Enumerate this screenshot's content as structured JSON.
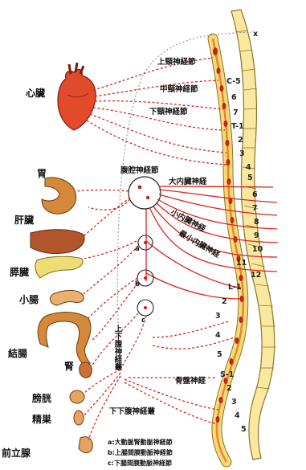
{
  "colors": {
    "nerve": "#d9241a",
    "cord": "#f4da79",
    "spine": "#fbe8a0",
    "heart": "#e24a2c",
    "organ": "#d6883a"
  },
  "organs": {
    "heart": "心臟",
    "stomach": "胃",
    "liver": "肝臟",
    "pancreas": "膵臓",
    "small_intestine": "小腸",
    "colon": "結腸",
    "kidney": "腎",
    "bladder": "膀胱",
    "testis": "精巣",
    "prostate": "前立腺"
  },
  "nerves": {
    "superior_cervical": "上頸神経節",
    "middle_cervical": "中頸神経節",
    "inferior_cervical": "下頸神経節",
    "celiac": "腹腔神経節",
    "greater_splanchnic": "大内臓神経",
    "lesser_splanchnic": "小内臓神経",
    "least_splanchnic": "最小内臓神経",
    "superior_hypogastric": "上下腹神経叢",
    "inferior_hypogastric": "下下腹神経叢",
    "pelvic_splanchnic": "骨盤神経"
  },
  "vertebrae": {
    "x_mark": "x",
    "c5": "C-5",
    "c6": "6",
    "c7": "7",
    "t1": "T-1",
    "t2": "2",
    "t3": "3",
    "t4": "4",
    "t5": "5",
    "t6": "6",
    "t7": "7",
    "t8": "8",
    "t9": "9",
    "t10": "10",
    "t11": "11",
    "t12": "12",
    "l1": "L-1",
    "l2": "2",
    "l3": "3",
    "l4": "4",
    "l5": "5",
    "s1": "S-1",
    "s2": "2",
    "s3": "3",
    "s4": "4",
    "s5": "5"
  },
  "ganglia_letters": {
    "a": "a",
    "b": "b",
    "c": "c"
  },
  "legend": {
    "a": "a:大動脈腎動脈神経節",
    "b": "b:上腸間膜動脈神経節",
    "c": "c:下腸間膜動脈神経節"
  }
}
